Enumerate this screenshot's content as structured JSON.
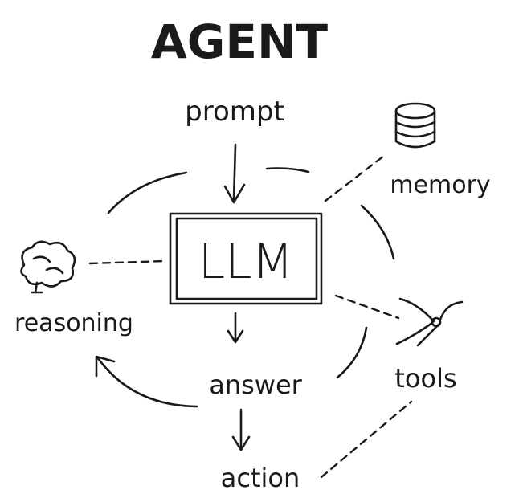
{
  "title": "AGENT",
  "nodes": {
    "prompt": "prompt",
    "llm": "LLM",
    "memory": "memory",
    "reasoning": "reasoning",
    "tools": "tools",
    "answer": "answer",
    "action": "action"
  },
  "icons": {
    "memory": "database-icon",
    "reasoning": "brain-icon",
    "tools": "pliers-icon"
  },
  "colors": {
    "ink": "#1a1a1a",
    "background": "#ffffff"
  }
}
